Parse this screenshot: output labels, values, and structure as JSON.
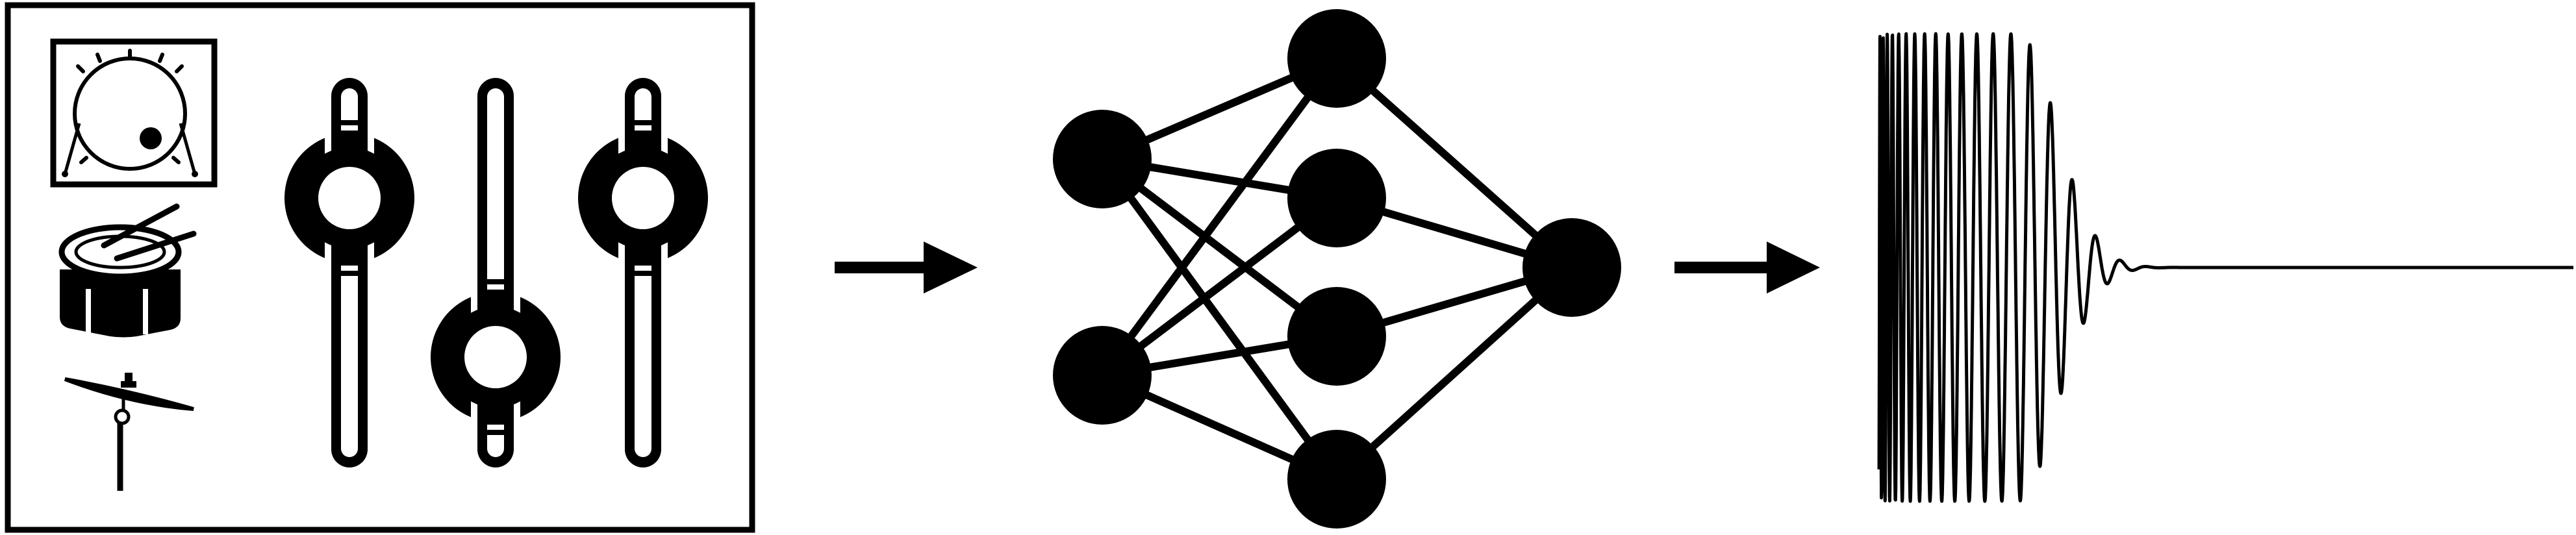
{
  "diagram": {
    "stages": [
      {
        "id": "input",
        "icons": [
          "bass-drum-icon",
          "snare-drum-icon",
          "cymbal-icon",
          "fader-icon",
          "fader-icon",
          "fader-icon"
        ]
      },
      {
        "id": "network",
        "layers": [
          2,
          4,
          1
        ]
      },
      {
        "id": "output",
        "icons": [
          "decaying-waveform-icon"
        ]
      }
    ],
    "faders": [
      {
        "level": 0.75
      },
      {
        "level": 0.25
      },
      {
        "level": 0.75
      }
    ],
    "colors": {
      "ink": "#000000",
      "paper": "#ffffff"
    }
  }
}
